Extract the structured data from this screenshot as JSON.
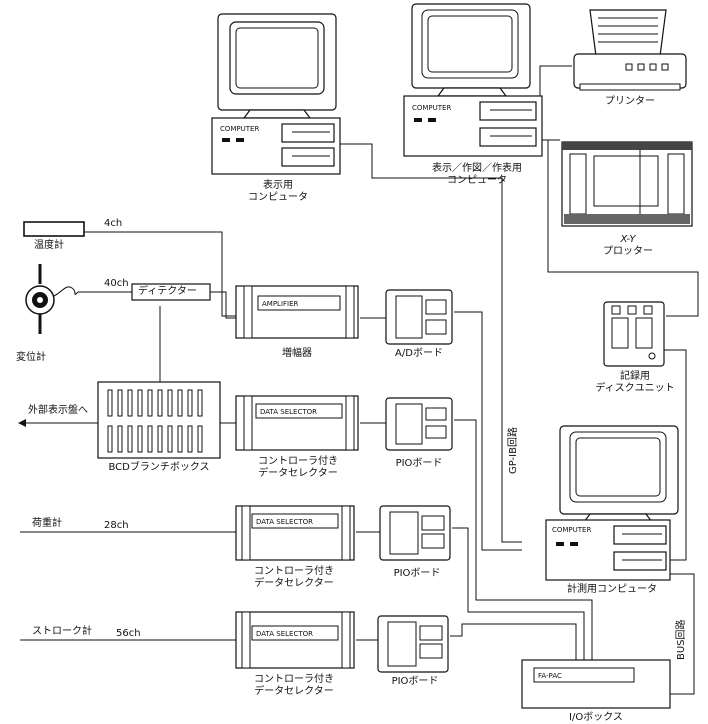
{
  "labels": {
    "display_computer": [
      "表示用",
      "コンピュータ"
    ],
    "drawing_computer": [
      "表示／作図／作表用",
      "コンピュータ"
    ],
    "printer": "プリンター",
    "xy_plotter": [
      "X-Y",
      "プロッター"
    ],
    "disk_unit": [
      "記録用",
      "ディスクユニット"
    ],
    "thermometer": "温度計",
    "displacement_gauge": "変位計",
    "detector": "ディテクター",
    "amplifier_caption": "増幅器",
    "ad_board": "A/Dボード",
    "bcd_box": "BCDブランチボックス",
    "external_display": "外部表示盤へ",
    "data_selector_caption": [
      "コントローラ付き",
      "データセレクター"
    ],
    "pio_board": "PIOボード",
    "load_gauge": "荷重計",
    "stroke_gauge": "ストローク計",
    "measurement_computer": "計測用コンピュータ",
    "io_box": "I/Oボックス",
    "gpib_bus": "GP-IB回路",
    "bus_line": "BUS回路"
  },
  "channels": {
    "thermometer": "4ch",
    "displacement": "40ch",
    "load": "28ch",
    "stroke": "56ch"
  },
  "device_text": {
    "computer": "COMPUTER",
    "amplifier": "AMPLIFIER",
    "data_selector": "DATA SELECTOR",
    "fa_pac": "FA-PAC"
  }
}
